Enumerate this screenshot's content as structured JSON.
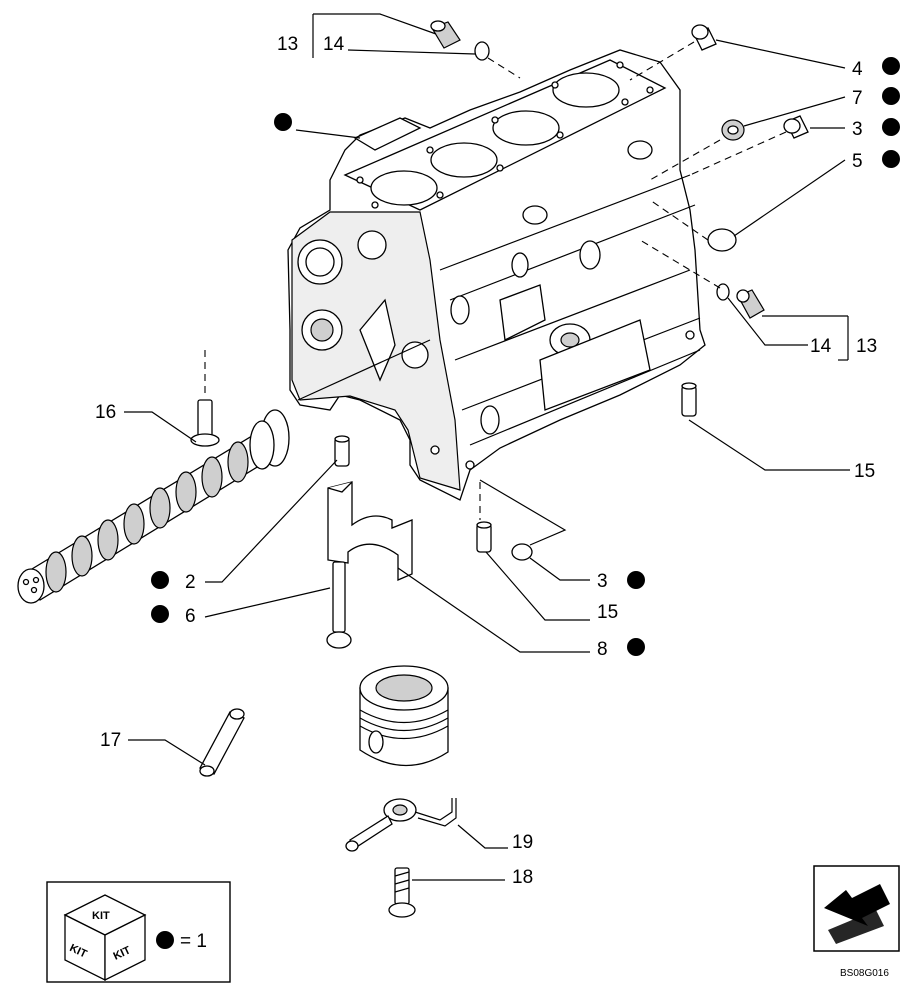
{
  "colors": {
    "ink": "#000000",
    "paper": "#ffffff",
    "shade": "#cfcfcf"
  },
  "labels": {
    "p13_top": "13",
    "p14_top": "14",
    "p4": "4",
    "p7": "7",
    "p3_upper": "3",
    "p5": "5",
    "p14_right": "14",
    "p13_right": "13",
    "p16": "16",
    "p15_right": "15",
    "p2": "2",
    "p6": "6",
    "p3_lower": "3",
    "p15_lower": "15",
    "p8": "8",
    "p17": "17",
    "p19": "19",
    "p18": "18"
  },
  "kit_legend": {
    "kit_word": "KIT",
    "equals_text": "= 1"
  },
  "reference_code": "BS08G016",
  "icons": [
    "kit-box-icon",
    "kit-marker-dot-icon",
    "navigation-arrow-icon"
  ]
}
